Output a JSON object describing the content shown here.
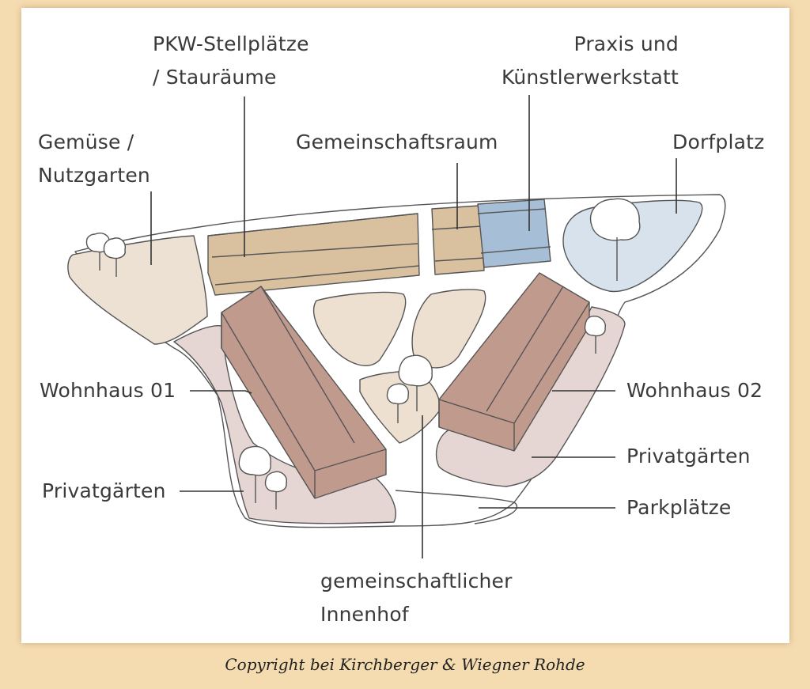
{
  "labels": {
    "pkw": [
      "PKW-Stellplätze",
      "/ Stauräume"
    ],
    "praxis": [
      "Praxis und",
      "Künstlerwerkstatt"
    ],
    "gemuese": [
      "Gemüse /",
      "Nutzgarten"
    ],
    "gemeinschaftsraum": "Gemeinschaftsraum",
    "dorfplatz": "Dorfplatz",
    "wohnhaus01": "Wohnhaus 01",
    "wohnhaus02": "Wohnhaus 02",
    "privatgaerten_left": "Privatgärten",
    "privatgaerten_right": "Privatgärten",
    "parkplaetze": "Parkplätze",
    "innenhof": [
      "gemeinschaftlicher",
      "Innenhof"
    ]
  },
  "copyright": "Copyright bei Kirchberger & Wiegner Rohde",
  "colors": {
    "background": "#f5dcb0",
    "building_tan": "#d9c1a0",
    "building_blue": "#a7bfd6",
    "house_roof": "#c19a8e",
    "private_garden": "#e6d6d3",
    "courtyard_patch": "#ede0d0",
    "village_square": "#d7e2ec"
  }
}
